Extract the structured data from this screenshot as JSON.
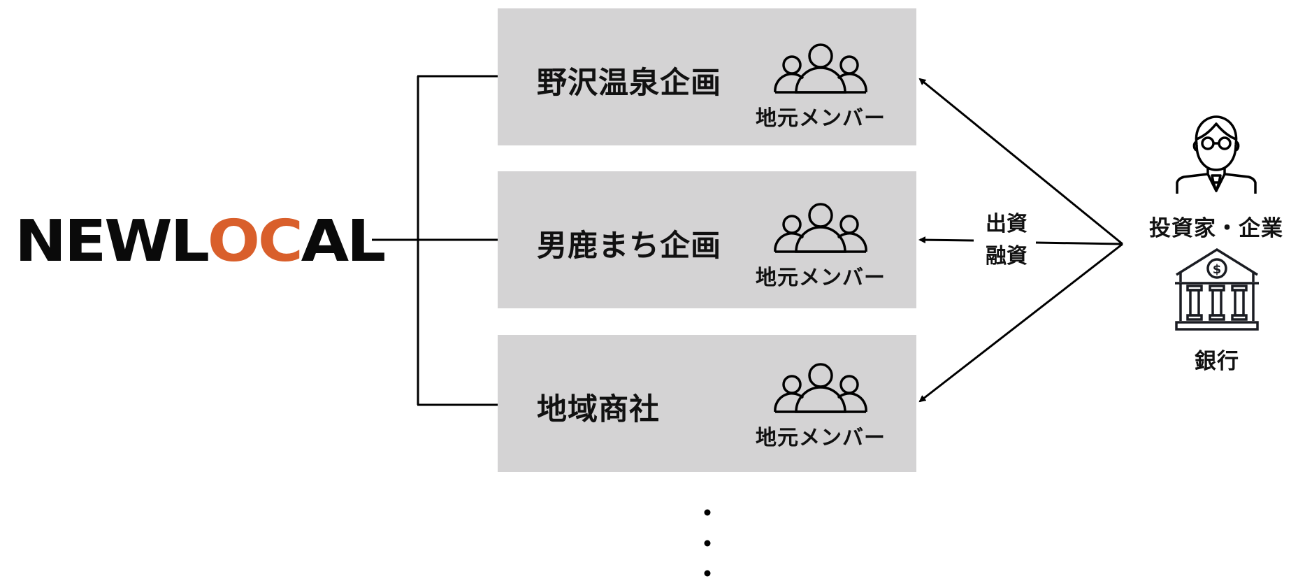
{
  "logo": {
    "text_before": "NEWL",
    "accent_text": "OC",
    "text_after": "AL",
    "accent_color": "#d95f2b"
  },
  "projects": [
    {
      "title": "野沢温泉企画",
      "members_label": "地元メンバー",
      "icon": "group-icon"
    },
    {
      "title": "男鹿まち企画",
      "members_label": "地元メンバー",
      "icon": "group-icon"
    },
    {
      "title": "地域商社",
      "members_label": "地元メンバー",
      "icon": "group-icon"
    }
  ],
  "continuation": "⋮",
  "funding": {
    "line1": "出資",
    "line2": "融資"
  },
  "actors": [
    {
      "label": "投資家・企業",
      "icon": "investor-icon"
    },
    {
      "label": "銀行",
      "icon": "bank-icon"
    }
  ],
  "colors": {
    "box_bg": "#d4d3d4",
    "line": "#000000",
    "accent": "#d95f2b"
  }
}
